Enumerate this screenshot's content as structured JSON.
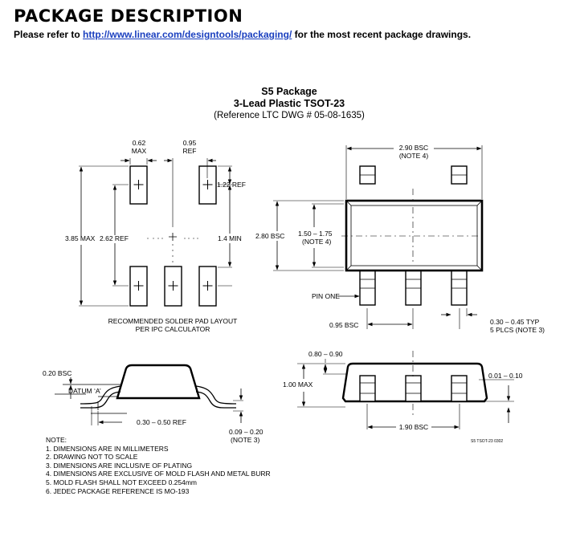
{
  "header": {
    "title": "PACKAGE DESCRIPTION",
    "intro_prefix": "Please refer to ",
    "intro_link": "http://www.linear.com/designtools/packaging/",
    "intro_suffix": " for the most recent package drawings."
  },
  "package": {
    "name": "S5 Package",
    "type": "3-Lead Plastic TSOT-23",
    "reference": "(Reference LTC DWG # 05-08-1635)"
  },
  "solder_pad": {
    "dim_062": "0.62",
    "dim_062_sub": "MAX",
    "dim_095": "0.95",
    "dim_095_sub": "REF",
    "dim_122": "1.22 REF",
    "dim_385": "3.85 MAX",
    "dim_262": "2.62 REF",
    "dim_14": "1.4 MIN",
    "caption_line1": "RECOMMENDED SOLDER PAD LAYOUT",
    "caption_line2": "PER IPC CALCULATOR"
  },
  "top_view": {
    "dim_290": "2.90 BSC",
    "dim_290_note": "(NOTE 4)",
    "dim_280": "2.80 BSC",
    "dim_150": "1.50 – 1.75",
    "dim_150_note": "(NOTE 4)",
    "pin_one": "PIN ONE",
    "dim_095": "0.95 BSC",
    "dim_030": "0.30 – 0.45 TYP",
    "dim_030_note": "5 PLCS (NOTE 3)"
  },
  "side_view_left": {
    "dim_020": "0.20 BSC",
    "datum": "DATUM ‘A’",
    "dim_030": "0.30 – 0.50 REF",
    "dim_009": "0.09 – 0.20",
    "dim_009_note": "(NOTE 3)"
  },
  "side_view_right": {
    "dim_080": "0.80 – 0.90",
    "dim_100": "1.00 MAX",
    "dim_001": "0.01 – 0.10",
    "dim_190": "1.90 BSC",
    "drawing_code": "S5 TSOT-23 0302"
  },
  "notes": {
    "heading": "NOTE:",
    "items": [
      "1. DIMENSIONS ARE IN MILLIMETERS",
      "2. DRAWING NOT TO SCALE",
      "3. DIMENSIONS ARE INCLUSIVE OF PLATING",
      "4. DIMENSIONS ARE EXCLUSIVE OF MOLD FLASH AND METAL BURR",
      "5. MOLD FLASH SHALL NOT EXCEED 0.254mm",
      "6. JEDEC PACKAGE REFERENCE IS MO-193"
    ]
  }
}
